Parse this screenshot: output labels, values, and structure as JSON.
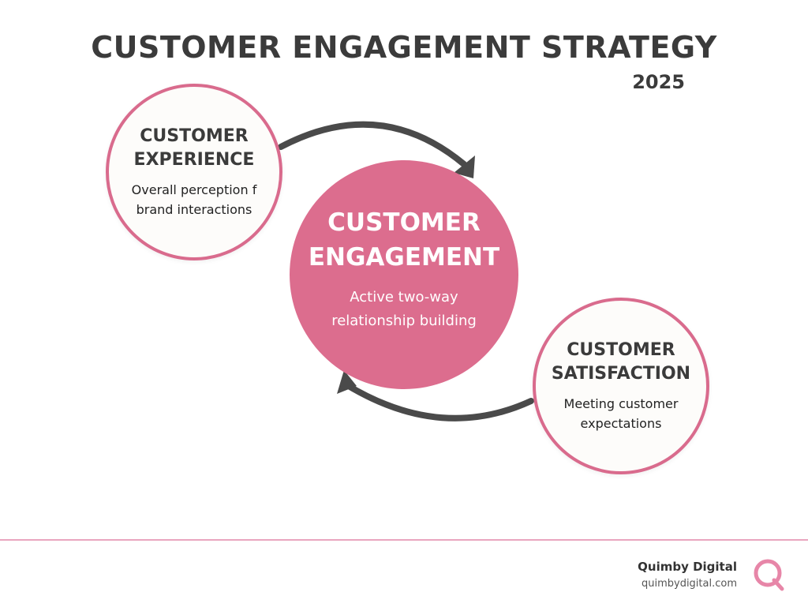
{
  "header": {
    "title": "CUSTOMER ENGAGEMENT STRATEGY",
    "year": "2025"
  },
  "nodes": {
    "customer_experience": {
      "title": "CUSTOMER EXPERIENCE",
      "description": "Overall perception f brand interactions"
    },
    "customer_engagement": {
      "title": "CUSTOMER ENGAGEMENT",
      "description": "Active two-way relationship building"
    },
    "customer_satisfaction": {
      "title": "CUSTOMER SATISFACTION",
      "description": "Meeting customer expectations"
    }
  },
  "footer": {
    "company": "Quimby Digital",
    "website": "quimbydigital.com",
    "logo_icon": "q-logo-icon"
  },
  "colors": {
    "accent_pink": "#dc6d8e",
    "ring_pink": "#d96b8d",
    "title_gray": "#3b3b3b",
    "arrow_gray": "#4a4a4a",
    "divider_pink": "#e9a6bf"
  }
}
